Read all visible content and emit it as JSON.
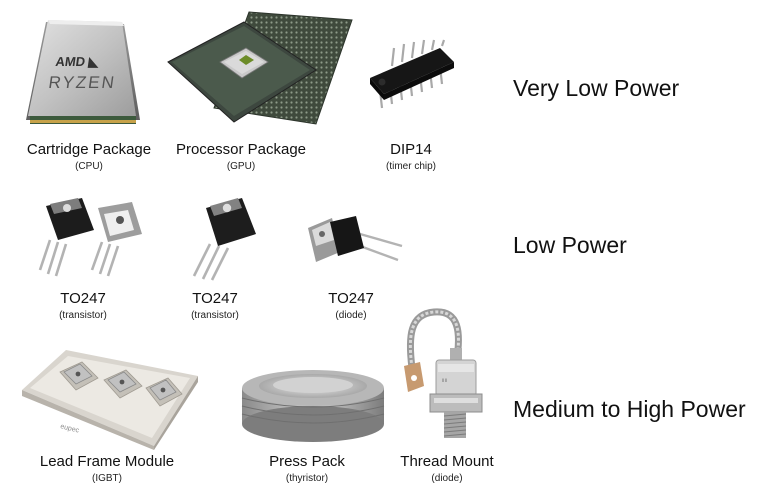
{
  "rows": [
    {
      "tier": "Very Low Power",
      "items": [
        {
          "name": "Cartridge Package",
          "sub": "(CPU)",
          "chip_text": "AMD RYZEN",
          "icon": "cpu-icon"
        },
        {
          "name": "Processor Package",
          "sub": "(GPU)",
          "icon": "gpu-icon"
        },
        {
          "name": "DIP14",
          "sub": "(timer chip)",
          "icon": "dip14-icon"
        }
      ]
    },
    {
      "tier": "Low Power",
      "items": [
        {
          "name": "TO247",
          "sub": "(transistor)",
          "icon": "to247-pair-icon"
        },
        {
          "name": "TO247",
          "sub": "(transistor)",
          "icon": "to247-icon"
        },
        {
          "name": "TO247",
          "sub": "(diode)",
          "icon": "to247-diode-icon"
        }
      ]
    },
    {
      "tier": "Medium to High Power",
      "items": [
        {
          "name": "Lead Frame Module",
          "sub": "(IGBT)",
          "icon": "igbt-module-icon"
        },
        {
          "name": "Press Pack",
          "sub": "(thyristor)",
          "icon": "press-pack-icon"
        },
        {
          "name": "Thread Mount",
          "sub": "(diode)",
          "icon": "thread-mount-icon"
        }
      ]
    }
  ],
  "colors": {
    "background": "#ffffff",
    "text": "#111111"
  }
}
